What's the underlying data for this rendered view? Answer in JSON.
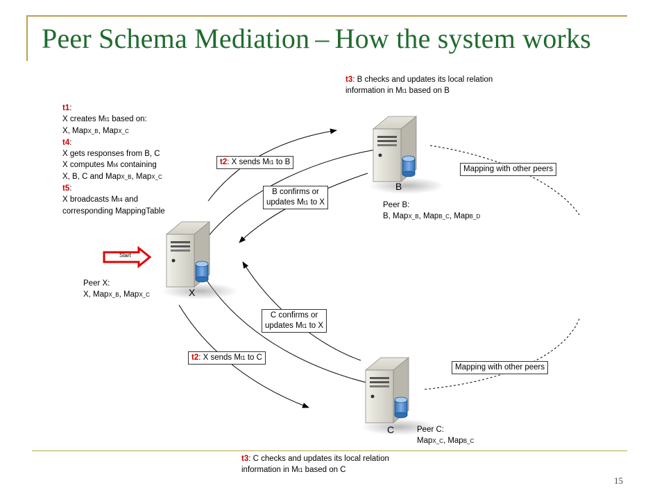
{
  "slide": {
    "title_left": "Peer Schema Mediation",
    "title_dash": "–",
    "title_right": "How the system works",
    "page_number": "15"
  },
  "nodes": {
    "x_label": "X",
    "b_label": "B",
    "c_label": "C",
    "start_label": "Start"
  },
  "peer_x": {
    "line1": "Peer X:",
    "line2_prefix": "X, Map",
    "line2_sub1": "X_B",
    "line2_mid": ", Map",
    "line2_sub2": "X_C"
  },
  "peer_b": {
    "line1": "Peer B:",
    "line2_prefix": "B, Map",
    "line2_sub1": "X_B",
    "line2_mid1": ", Map",
    "line2_sub2": "B_C",
    "line2_mid2": ", Map",
    "line2_sub3": "B_D"
  },
  "peer_c": {
    "line1": "Peer C:",
    "line2_prefix": "Map",
    "line2_sub1": "X_C",
    "line2_mid": ", Map",
    "line2_sub2": "B_C"
  },
  "left_notes": {
    "t1": "t1",
    "t1_colon": ":",
    "t1_line1_prefix": "X creates M",
    "t1_line1_sub": "t1",
    "t1_line1_suffix": " based on:",
    "t1_line2_prefix": "X, Map",
    "t1_line2_sub1": "X_B",
    "t1_line2_mid": ", Map",
    "t1_line2_sub2": "X_C",
    "t4": "t4",
    "t4_colon": ":",
    "t4_line1": "X gets responses from B, C",
    "t4_line2_prefix": "X computes M",
    "t4_line2_sub": "t4",
    "t4_line2_suffix": " containing",
    "t4_line3_prefix": "X, B, C and Map",
    "t4_line3_sub1": "X_B",
    "t4_line3_mid": ", Map",
    "t4_line3_sub2": "X_C",
    "t5": "t5",
    "t5_colon": ":",
    "t5_line1_prefix": "X broadcasts M",
    "t5_line1_sub": "t4",
    "t5_line1_suffix": " and",
    "t5_line2": "corresponding MappingTable"
  },
  "top_note": {
    "tag": "t3",
    "line1": ": B checks and updates its local relation",
    "line2_prefix": "information in  M",
    "line2_sub": "t1",
    "line2_suffix": " based on B"
  },
  "bottom_note": {
    "tag": "t3",
    "line1": ": C checks and updates its local relation",
    "line2_prefix": "information in  M",
    "line2_sub": "t1",
    "line2_suffix": " based on C"
  },
  "edge_labels": {
    "to_b_tag": "t2",
    "to_b_prefix": ": X sends M",
    "to_b_sub": "t1",
    "to_b_suffix": " to B",
    "to_c_tag": "t2",
    "to_c_prefix": ": X sends M",
    "to_c_sub": "t1",
    "to_c_suffix": " to C",
    "b_confirm_line1": "B confirms or",
    "b_confirm_line2_prefix": "updates M",
    "b_confirm_line2_sub": "t1",
    "b_confirm_line2_suffix": " to X",
    "c_confirm_line1": "C confirms or",
    "c_confirm_line2_prefix": "updates M",
    "c_confirm_line2_sub": "t1",
    "c_confirm_line2_suffix": " to X",
    "mapping_b": "Mapping with other peers",
    "mapping_c": "Mapping with other peers"
  },
  "colors": {
    "title": "#1f6b2e",
    "frame": "#b9a14c",
    "accent_red": "#cc0000",
    "cylinder_blue": "#4a86c8"
  },
  "icons": [
    "server-icon",
    "database-icon",
    "start-arrow-icon"
  ]
}
